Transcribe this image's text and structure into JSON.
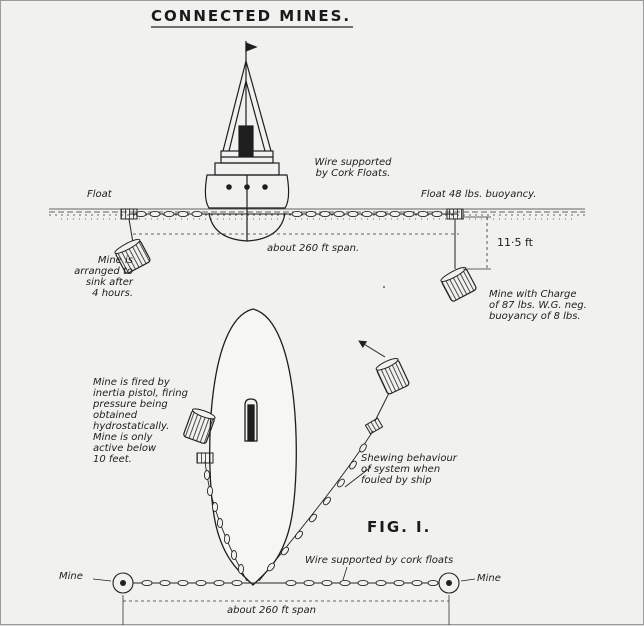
{
  "title": "CONNECTED MINES.",
  "figure_label": "FIG. I.",
  "top_view": {
    "float_left": "Float",
    "wire_supported": "Wire supported\nby Cork Floats.",
    "float_right": "Float 48 lbs. buoyancy.",
    "span": "about 260 ft span.",
    "depth": "11·5 ft",
    "mine_left": "Mine is\narranged to\nsink after\n4 hours.",
    "mine_right": "Mine with Charge\nof 87 lbs. W.G. neg.\nbuoyancy of 8 lbs."
  },
  "plan_view": {
    "mine_fired": "Mine is fired by\ninertia pistol, firing\npressure being\nobtained\nhydrostatically.\nMine is only\nactive below\n10 feet.",
    "behaviour": "Shewing behaviour\nof system when\nfouled by ship",
    "wire_cork": "Wire supported by cork floats",
    "mine_left": "Mine",
    "mine_right": "Mine",
    "span": "about 260 ft span"
  },
  "colors": {
    "ink": "#1e1e1e",
    "paper": "#f1f1ef"
  }
}
